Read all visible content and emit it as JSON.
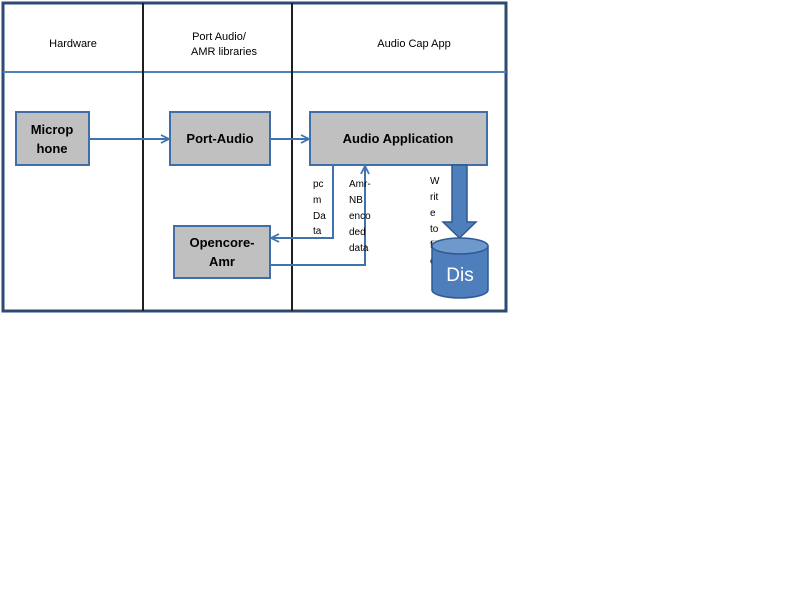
{
  "lanes": {
    "hardware": "Hardware",
    "libraries": [
      "Port Audio/",
      "AMR libraries"
    ],
    "app": "Audio Cap App"
  },
  "boxes": {
    "microphone": [
      "Microp",
      "hone"
    ],
    "port_audio": "Port-Audio",
    "audio_app": "Audio Application",
    "opencore": [
      "Opencore-",
      "Amr"
    ]
  },
  "edge_labels": {
    "pcm": [
      "pc",
      "m",
      "Da",
      "ta"
    ],
    "amr": [
      "Amr-",
      "NB",
      "enco",
      "ded",
      "data"
    ],
    "write": [
      "W",
      "rit",
      "e",
      "to",
      "fil",
      "e"
    ]
  },
  "disk": "Dis",
  "colors": {
    "frame": "#2c4a72",
    "divider": "#4f81bd",
    "box_fill": "#c0c0c0",
    "box_stroke": "#3f6fa6",
    "arrow": "#3f73b0",
    "disk_fill": "#4f7ebd"
  }
}
